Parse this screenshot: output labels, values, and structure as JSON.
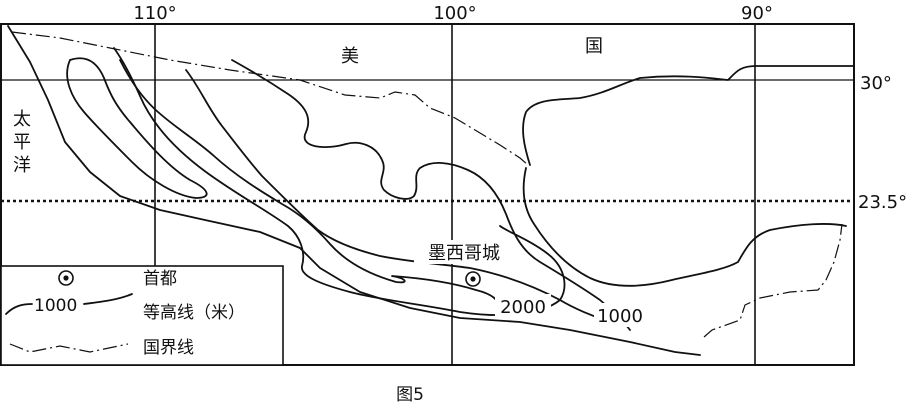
{
  "map": {
    "longitudes": [
      "110°",
      "100°",
      "90°"
    ],
    "latitudes": [
      "30°",
      "23.5°"
    ],
    "country_chars": [
      "美",
      "国"
    ],
    "ocean_chars": [
      "太",
      "平",
      "洋"
    ],
    "capital_name": "墨西哥城",
    "contour_labels": [
      "2000",
      "1000"
    ]
  },
  "legend": {
    "capital": "首都",
    "contour_value": "1000",
    "contour": "等高线（米）",
    "border": "国界线"
  },
  "caption": "图5"
}
